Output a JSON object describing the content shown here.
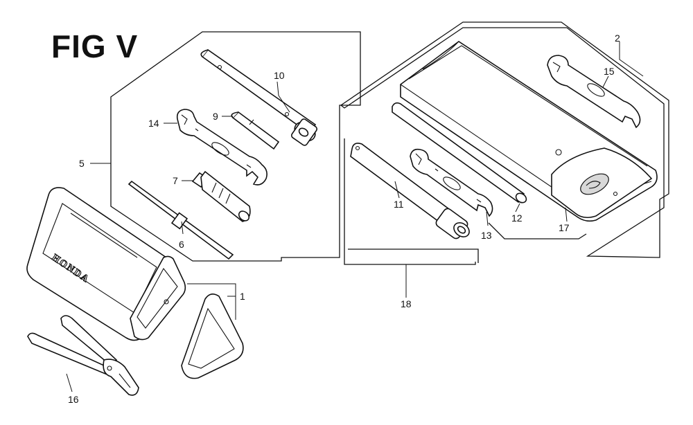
{
  "figure": {
    "title": "FIG V",
    "brand_text": "HONDA"
  },
  "callouts": {
    "c1": "1",
    "c2": "2",
    "c5": "5",
    "c6": "6",
    "c7": "7",
    "c9": "9",
    "c10": "10",
    "c11": "11",
    "c12": "12",
    "c13": "13",
    "c14": "14",
    "c15": "15",
    "c16": "16",
    "c17": "17",
    "c18": "18"
  },
  "colors": {
    "line": "#111111",
    "paper": "#ffffff",
    "shade": "#d8d8d8"
  }
}
